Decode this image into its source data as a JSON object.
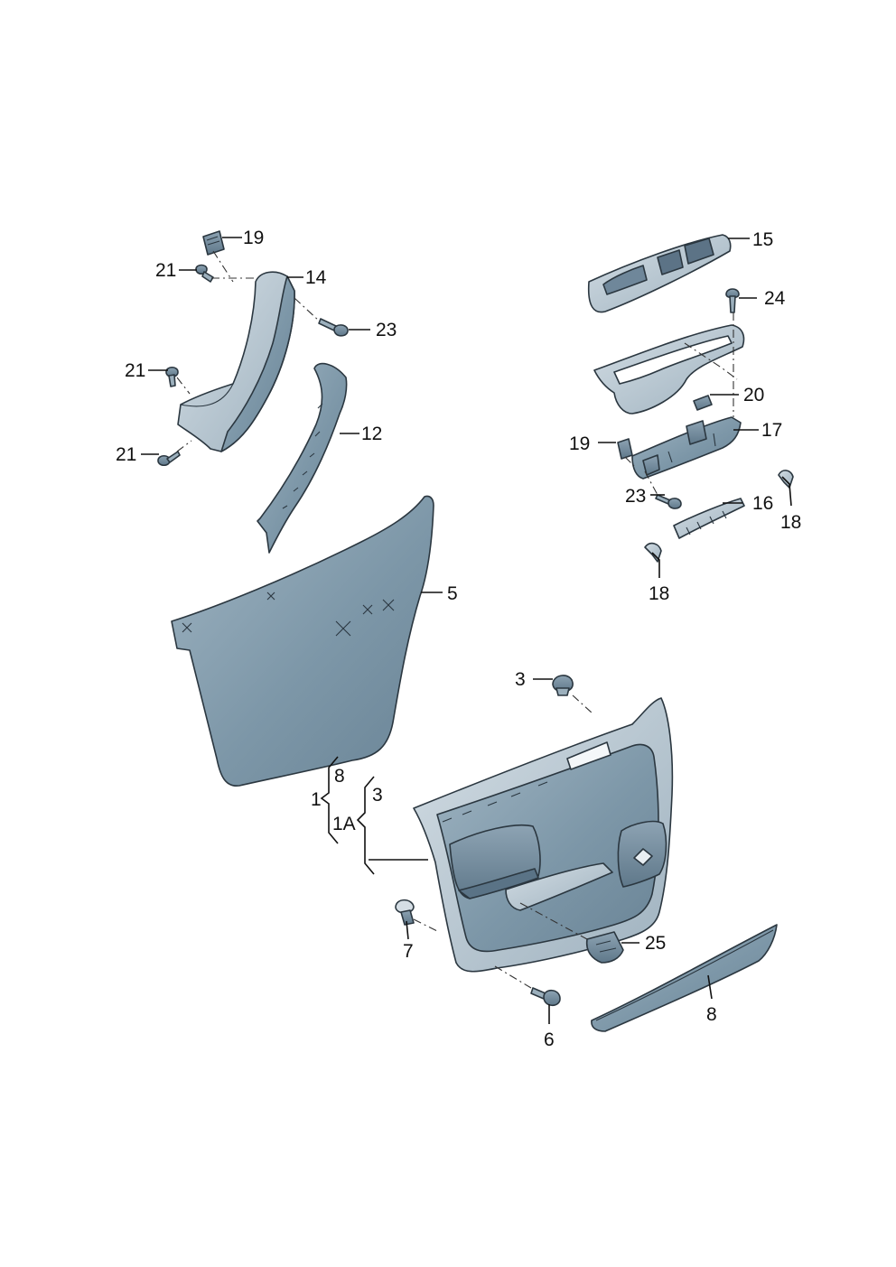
{
  "callouts": {
    "c19_top": "19",
    "c21_a": "21",
    "c14": "14",
    "c23_top": "23",
    "c21_b": "21",
    "c12": "12",
    "c21_c": "21",
    "c15": "15",
    "c24": "24",
    "c20": "20",
    "c17": "17",
    "c19_right": "19",
    "c23_right": "23",
    "c16": "16",
    "c18_right": "18",
    "c18_mid": "18",
    "c5": "5",
    "c3_clip": "3",
    "c1": "1",
    "c8_brace": "8",
    "c1a": "1A",
    "c3_brace": "3",
    "c25": "25",
    "c7": "7",
    "c6": "6",
    "c8_strip": "8"
  },
  "colors": {
    "part_fill_light": "#b7c7d2",
    "part_fill_mid": "#8ea5b5",
    "part_fill_dark": "#6d8799",
    "line": "#111111"
  }
}
